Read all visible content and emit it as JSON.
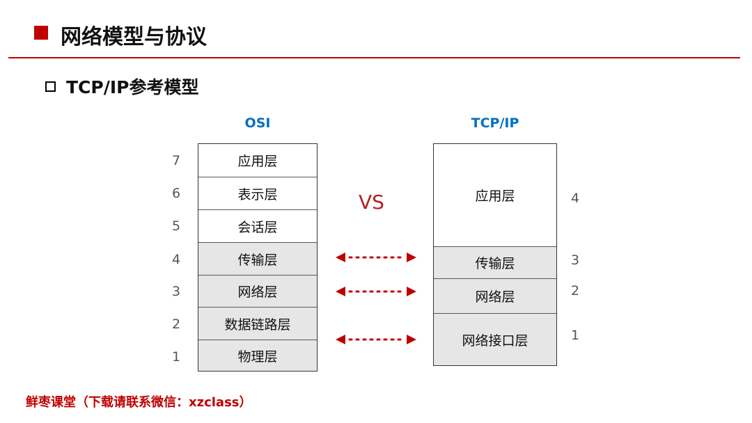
{
  "header": {
    "title": "网络模型与协议",
    "subtitle": "TCP/IP参考模型"
  },
  "osi": {
    "title": "OSI",
    "layers": [
      {
        "num": "7",
        "name": "应用层"
      },
      {
        "num": "6",
        "name": "表示层"
      },
      {
        "num": "5",
        "name": "会话层"
      },
      {
        "num": "4",
        "name": "传输层"
      },
      {
        "num": "3",
        "name": "网络层"
      },
      {
        "num": "2",
        "name": "数据链路层"
      },
      {
        "num": "1",
        "name": "物理层"
      }
    ]
  },
  "vs": "VS",
  "tcpip": {
    "title": "TCP/IP",
    "layers": [
      {
        "num": "4",
        "name": "应用层"
      },
      {
        "num": "3",
        "name": "传输层"
      },
      {
        "num": "2",
        "name": "网络层"
      },
      {
        "num": "1",
        "name": "网络接口层"
      }
    ]
  },
  "footer": "鲜枣课堂（下载请联系微信：xzclass）",
  "colors": {
    "accent_red": "#c00000",
    "title_blue": "#0070c0",
    "vs_red": "#b22222",
    "gray_fill": "#e6e6e6"
  }
}
